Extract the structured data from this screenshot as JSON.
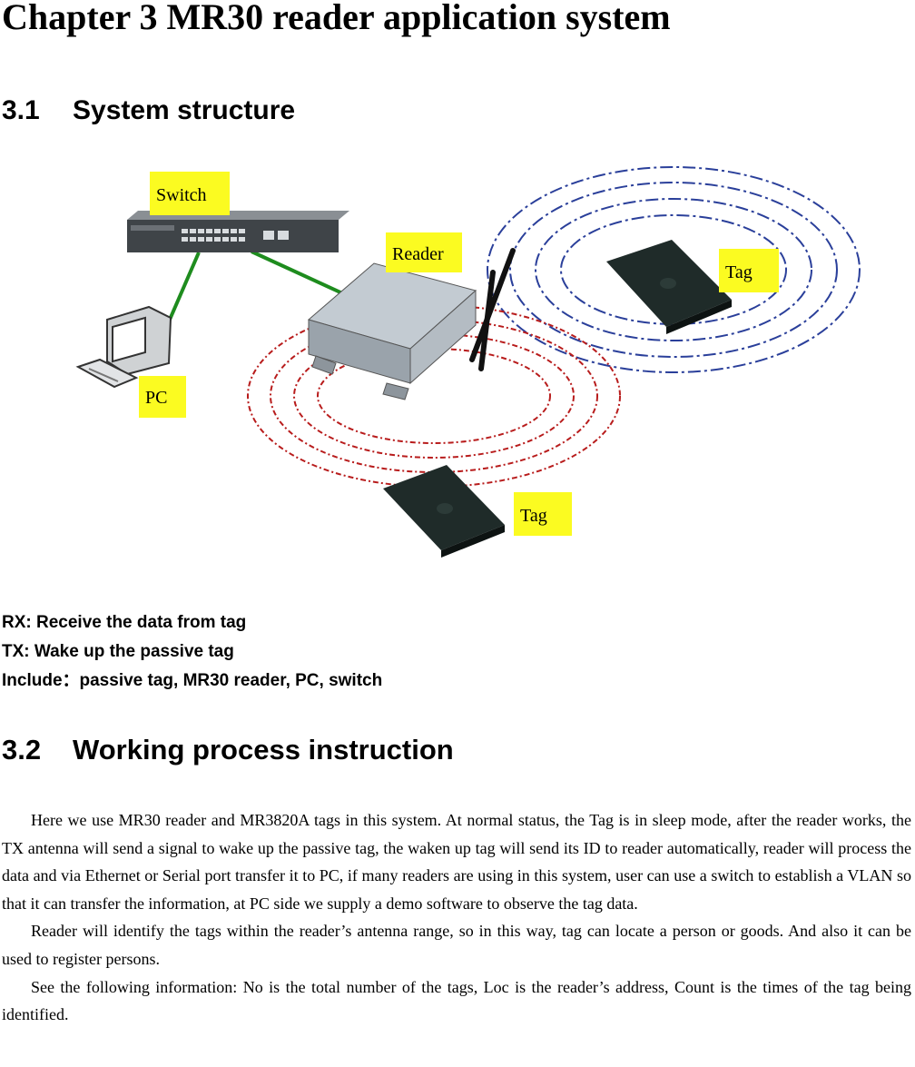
{
  "chapter": {
    "title": "Chapter 3 MR30 reader application system"
  },
  "section1": {
    "number": "3.1",
    "title": "System structure",
    "figure": {
      "labels": {
        "switch": "Switch",
        "reader": "Reader",
        "pc": "PC",
        "tag_upper": "Tag",
        "tag_lower": "Tag"
      },
      "colors": {
        "label_bg": "#fbfb21",
        "link": "#1e8c1e",
        "passive_ring": "#b81c1c",
        "active_ring": "#2a3f9a"
      }
    },
    "notes": [
      "RX: Receive the data from tag",
      "TX: Wake up the passive tag",
      "Include：passive tag, MR30 reader, PC, switch"
    ]
  },
  "section2": {
    "number": "3.2",
    "title": "Working process instruction",
    "paragraphs": [
      "Here we use MR30 reader and MR3820A tags in this system. At normal status, the Tag is in sleep mode, after the reader works, the TX antenna will send a signal to wake up the passive tag, the waken up tag will send its ID to reader automatically, reader will process the data and via Ethernet or Serial port transfer it to PC, if many readers are using in this system, user can use a switch to establish a VLAN so that it can transfer the information, at PC side we supply a demo software to observe the tag data.",
      "Reader will identify the tags within the reader’s antenna range, so in this way, tag can locate a person or goods. And also it can be used to register persons.",
      "See the following information: No is the total number of the tags, Loc is the reader’s address, Count is the times of the tag being identified."
    ]
  }
}
